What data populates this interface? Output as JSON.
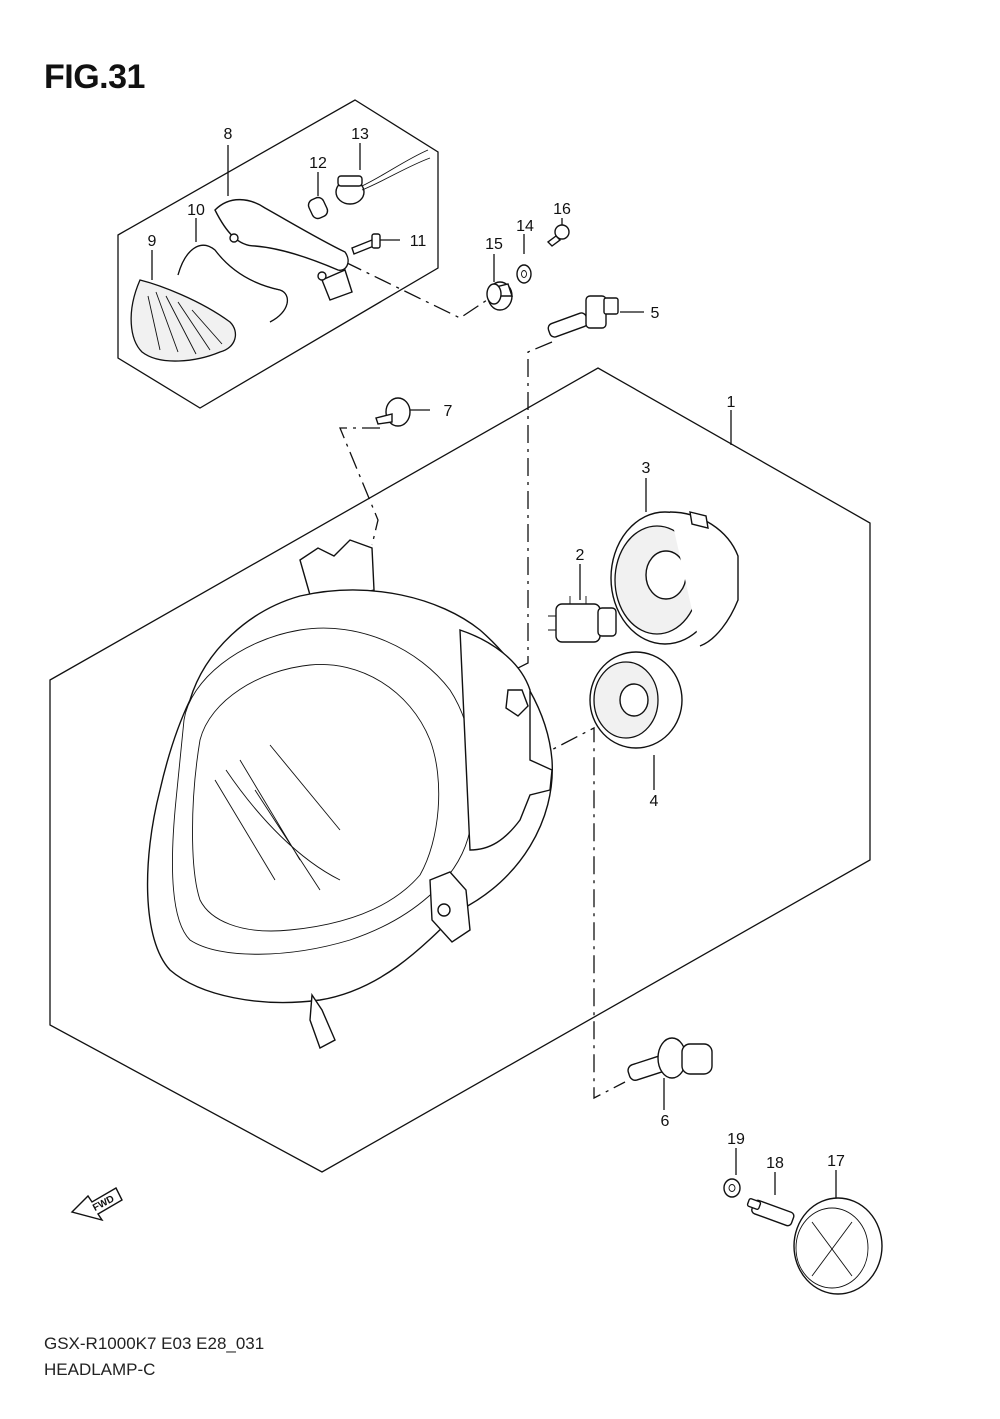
{
  "figure": {
    "title": "FIG.31",
    "model_code": "GSX-R1000K7 E03 E28_031",
    "diagram_name": "HEADLAMP-C",
    "direction_label": "FWD"
  },
  "callouts": [
    "1",
    "2",
    "3",
    "4",
    "5",
    "6",
    "7",
    "8",
    "9",
    "10",
    "11",
    "12",
    "13",
    "14",
    "15",
    "16",
    "17",
    "18",
    "19"
  ]
}
